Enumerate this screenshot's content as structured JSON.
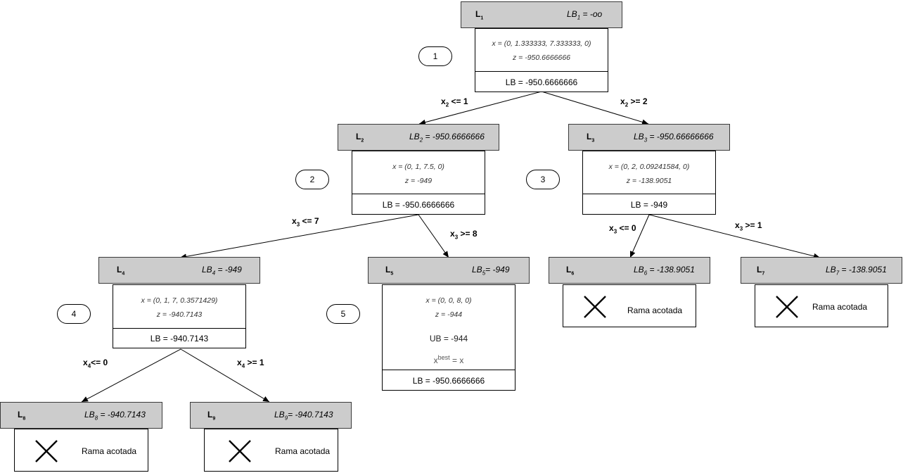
{
  "nodes": {
    "n1": {
      "id": "1",
      "name": "L",
      "sub": "1",
      "lb_letters": "LB",
      "lb_sub": "1",
      "lb_value": " = -oo",
      "x": "x = (0, 1.333333, 7.333333, 0)",
      "z": "z = -950.6666666",
      "lb_row": "LB = -950.6666666"
    },
    "n2": {
      "id": "2",
      "name": "L",
      "sub": "2",
      "lb_letters": "LB",
      "lb_sub": "2",
      "lb_value": " = -950.6666666",
      "x": "x = (0, 1, 7.5, 0)",
      "z": "z = -949",
      "lb_row": "LB = -950.6666666"
    },
    "n3": {
      "id": "3",
      "name": "L",
      "sub": "3",
      "lb_letters": "LB",
      "lb_sub": "3",
      "lb_value": " = -950.66666666",
      "x": "x = (0, 2, 0.09241584, 0)",
      "z": "z = -138.9051",
      "lb_row": "LB = -949"
    },
    "n4": {
      "id": "4",
      "name": "L",
      "sub": "4",
      "lb_letters": "LB",
      "lb_sub": "4",
      "lb_value": " = -949",
      "x": "x = (0, 1, 7, 0.3571429)",
      "z": "z = -940.7143",
      "lb_row": "LB = -940.7143"
    },
    "n5": {
      "id": "5",
      "name": "L",
      "sub": "5",
      "lb_letters": "LB",
      "lb_sub": "5",
      "lb_value": "= -949",
      "x": "x = (0, 0, 8, 0)",
      "z": "z = -944",
      "ub": "UB = -944",
      "best_base": "x",
      "best_sup": "best",
      "best_rest": " = x",
      "lb_row": "LB = -950.6666666"
    },
    "n6": {
      "name": "L",
      "sub": "6",
      "lb_letters": "LB",
      "lb_sub": "6",
      "lb_value": " = -138.9051",
      "pruned": "Rama acotada"
    },
    "n7": {
      "name": "L",
      "sub": "7",
      "lb_letters": "LB",
      "lb_sub": "7",
      "lb_value": " = -138.9051",
      "pruned": "Rama acotada"
    },
    "n8": {
      "name": "L",
      "sub": "8",
      "lb_letters": "LB",
      "lb_sub": "8",
      "lb_value": " = -940.7143",
      "pruned": "Rama acotada"
    },
    "n9": {
      "name": "L",
      "sub": "9",
      "lb_letters": "LB",
      "lb_sub": "9",
      "lb_value": "= -940.7143",
      "pruned": "Rama acotada"
    }
  },
  "edges": {
    "e12": {
      "v": "x",
      "sub": "2",
      "rest": " <= 1"
    },
    "e13": {
      "v": "x",
      "sub": "2",
      "rest": " >= 2"
    },
    "e24": {
      "v": "x",
      "sub": "3",
      "rest": " <= 7"
    },
    "e25": {
      "v": "x",
      "sub": "3",
      "rest": " >= 8"
    },
    "e36": {
      "v": "x",
      "sub": "3",
      "rest": " <= 0"
    },
    "e37": {
      "v": "x",
      "sub": "3",
      "rest": " >= 1"
    },
    "e48": {
      "v": "x",
      "sub": "4",
      "rest": "<= 0"
    },
    "e49": {
      "v": "x",
      "sub": "4",
      "rest": " >= 1"
    }
  },
  "colors": {
    "header_fill": "#cccccc",
    "line": "#000000"
  }
}
